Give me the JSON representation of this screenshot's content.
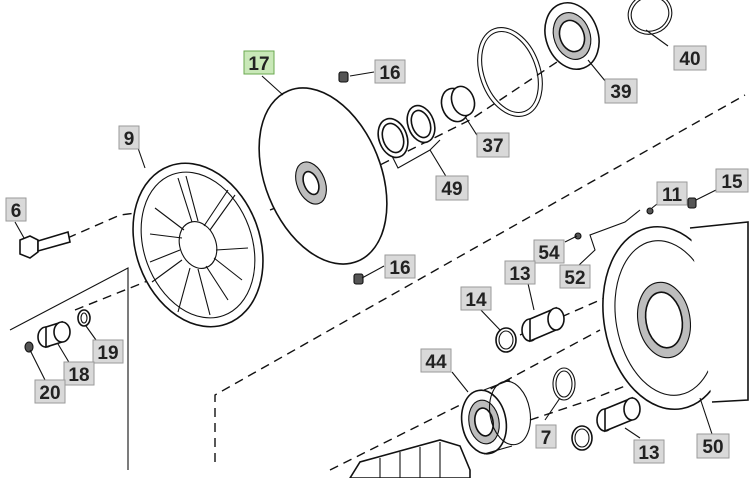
{
  "callouts": [
    {
      "id": "c17",
      "text": "17",
      "highlight": true
    },
    {
      "id": "c16a",
      "text": "16"
    },
    {
      "id": "c16b",
      "text": "16"
    },
    {
      "id": "c40",
      "text": "40"
    },
    {
      "id": "c39",
      "text": "39"
    },
    {
      "id": "c37",
      "text": "37"
    },
    {
      "id": "c49",
      "text": "49"
    },
    {
      "id": "c9",
      "text": "9"
    },
    {
      "id": "c6",
      "text": "6"
    },
    {
      "id": "c11",
      "text": "11"
    },
    {
      "id": "c15",
      "text": "15"
    },
    {
      "id": "c54",
      "text": "54"
    },
    {
      "id": "c52",
      "text": "52"
    },
    {
      "id": "c13a",
      "text": "13"
    },
    {
      "id": "c14",
      "text": "14"
    },
    {
      "id": "c19",
      "text": "19"
    },
    {
      "id": "c18",
      "text": "18"
    },
    {
      "id": "c20",
      "text": "20"
    },
    {
      "id": "c44",
      "text": "44"
    },
    {
      "id": "c7",
      "text": "7"
    },
    {
      "id": "c13b",
      "text": "13"
    },
    {
      "id": "c50",
      "text": "50"
    }
  ],
  "colors": {
    "callout_fill": "#d9d9d9",
    "callout_highlight_fill": "#c9e8b8",
    "line": "#111111"
  }
}
